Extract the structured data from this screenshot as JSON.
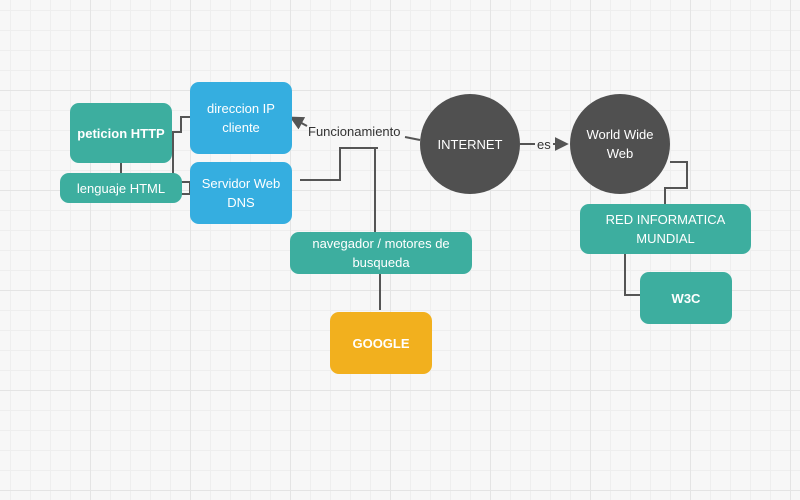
{
  "diagram": {
    "nodes": {
      "internet": "INTERNET",
      "www": "World Wide Web",
      "red": "RED INFORMATICA MUNDIAL",
      "w3c": "W3C",
      "ip": "direccion IP cliente",
      "servidor": "Servidor Web DNS",
      "peticion": "peticion HTTP",
      "lenguaje": "lenguaje HTML",
      "navegador": "navegador / motores de busqueda",
      "google": "GOOGLE"
    },
    "edge_labels": {
      "funcionamiento": "Funcionamiento",
      "es": "es"
    },
    "colors": {
      "teal": "#3dae9f",
      "blue": "#35aee0",
      "gold": "#f2b01e",
      "circle": "#505050",
      "connector": "#555555"
    }
  }
}
